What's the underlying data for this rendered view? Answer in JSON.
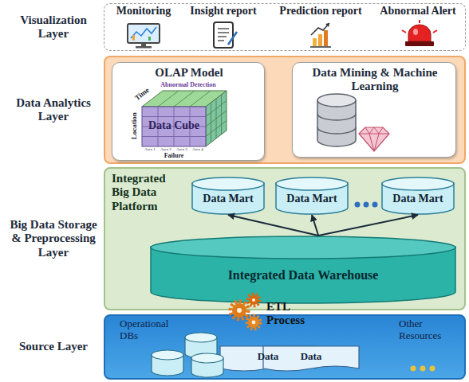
{
  "diagram": {
    "nodes": [
      {
        "text": [
          "Visualization Layer"
        ]
      },
      {
        "text": [
          "Data Analytics Layer"
        ]
      },
      {
        "text": [
          "OLAP Model"
        ],
        "in": 1
      },
      {
        "text": [
          "Data Mining & Machine Learning"
        ],
        "in": 1
      },
      {
        "text": [
          "Big Data Storage & Preprocessing Layer",
          "Integrated Big Data Platform"
        ]
      },
      {
        "text": [
          "Data Mart"
        ],
        "in": 4
      },
      {
        "text": [
          "Data Mart"
        ],
        "in": 4
      },
      {
        "text": [
          "Data Mart"
        ],
        "in": 4
      },
      {
        "text": [
          "Integrated Data Warehouse"
        ],
        "in": 4
      },
      {
        "text": [
          "Source Layer"
        ]
      },
      {
        "text": [
          "Data"
        ],
        "in": 9
      },
      {
        "text": [
          "Data"
        ],
        "in": 9
      }
    ],
    "edges": [
      {
        "from": 8,
        "to": 5,
        "arrow": "to"
      },
      {
        "from": 8,
        "to": 6,
        "arrow": "to"
      },
      {
        "from": 8,
        "to": 7,
        "arrow": "to"
      }
    ],
    "labels": [
      "Monitoring",
      "Insight report",
      "Prediction report",
      "Abnormal Alert",
      "Abnormal Detection",
      "Time",
      "Location",
      "Data Cube",
      "Area 1",
      "Area 2",
      "Area 3",
      "Area 4",
      "Failure",
      "ETL Process",
      "Operational DBs",
      "Other Resources"
    ]
  }
}
